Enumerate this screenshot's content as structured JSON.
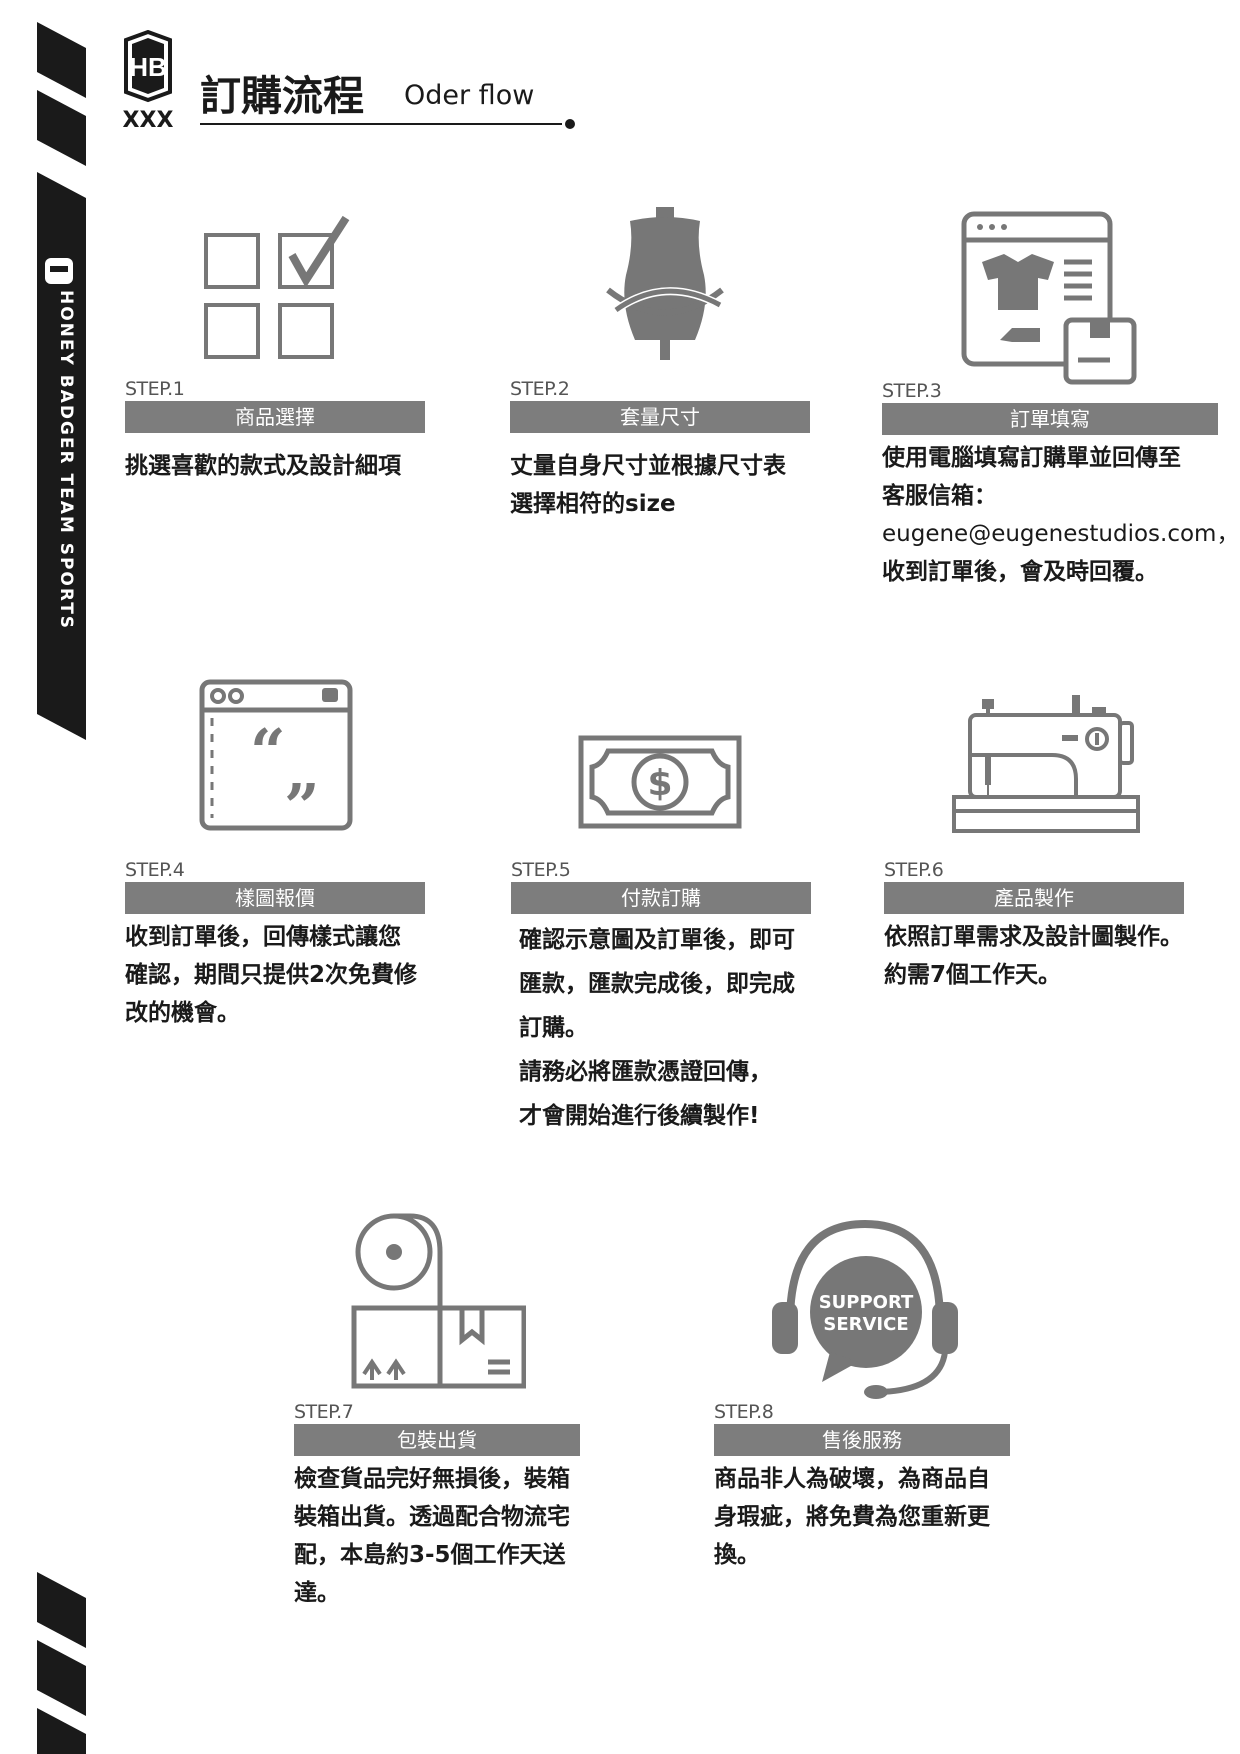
{
  "brand": {
    "logo_letters": "HB",
    "logo_sub": "XXX",
    "vertical_text": "HONEY BADGER TEAM SPORTS"
  },
  "header": {
    "title_zh": "訂購流程",
    "title_en": "Oder flow"
  },
  "steps": [
    {
      "num": "STEP.1",
      "title": "商品選擇",
      "lines": [
        "挑選喜歡的款式及設計細項"
      ],
      "icon": "checkbox-grid-icon"
    },
    {
      "num": "STEP.2",
      "title": "套量尺寸",
      "lines": [
        "丈量自身尺寸並根據尺寸表",
        "選擇相符的size"
      ],
      "icon": "mannequin-measure-icon"
    },
    {
      "num": "STEP.3",
      "title": "訂單填寫",
      "lines": [
        "使用電腦填寫訂購單並回傳至",
        "客服信箱：",
        "eugene@eugenestudios.com，",
        "收到訂單後，會及時回覆。"
      ],
      "icon": "online-order-icon"
    },
    {
      "num": "STEP.4",
      "title": "樣圖報價",
      "lines": [
        "收到訂單後，回傳樣式讓您",
        "確認，期間只提供2次免費修",
        "改的機會。"
      ],
      "icon": "quote-window-icon"
    },
    {
      "num": "STEP.5",
      "title": "付款訂購",
      "lines": [
        "確認示意圖及訂單後，即可",
        "匯款，匯款完成後，即完成",
        "訂購。",
        "請務必將匯款憑證回傳，",
        "才會開始進行後續製作!"
      ],
      "icon": "banknote-icon"
    },
    {
      "num": "STEP.6",
      "title": "產品製作",
      "lines": [
        "依照訂單需求及設計圖製作。",
        "約需7個工作天。"
      ],
      "icon": "sewing-machine-icon"
    },
    {
      "num": "STEP.7",
      "title": "包裝出貨",
      "lines": [
        "檢查貨品完好無損後，裝箱",
        "裝箱出貨。透過配合物流宅",
        "配，本島約3-5個工作天送",
        "達。"
      ],
      "icon": "package-tape-icon"
    },
    {
      "num": "STEP.8",
      "title": "售後服務",
      "lines": [
        "商品非人為破壞，為商品自",
        "身瑕疵，將免費為您重新更",
        "換。"
      ],
      "icon": "support-headset-icon"
    }
  ],
  "support_badge": {
    "line1": "SUPPORT",
    "line2": "SERVICE"
  },
  "colors": {
    "bar": "#7d7d7d",
    "icon": "#777777",
    "dark": "#1a1a1a"
  }
}
